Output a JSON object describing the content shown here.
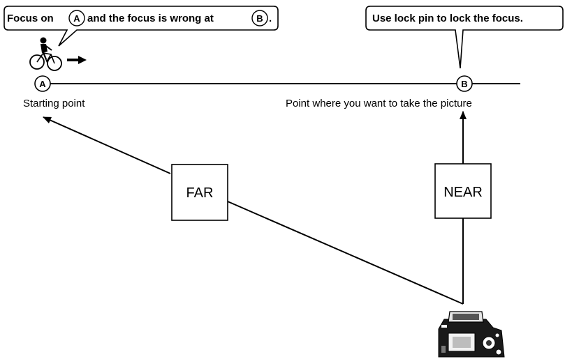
{
  "callout_left": {
    "text_1": "Focus on",
    "marker_a": "A",
    "text_2": "and the focus is wrong at",
    "marker_b": "B",
    "text_3": "."
  },
  "callout_right": {
    "text": "Use lock pin to lock the focus."
  },
  "point_a": {
    "marker": "A",
    "label": "Starting point"
  },
  "point_b": {
    "marker": "B",
    "label": "Point where you want to take the picture"
  },
  "box_far": {
    "label": "FAR"
  },
  "box_near": {
    "label": "NEAR"
  },
  "icons": {
    "cyclist": "cyclist-icon",
    "direction_arrow": "right-arrow-icon",
    "camera": "camera-icon"
  }
}
